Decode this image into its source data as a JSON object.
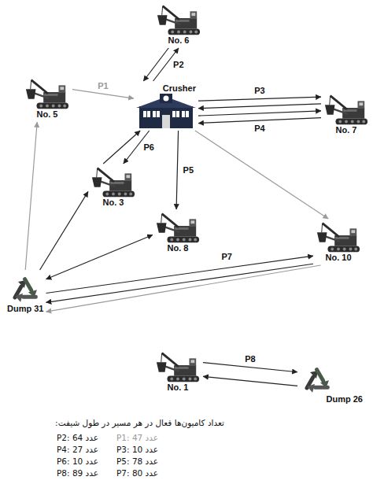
{
  "diagram": {
    "nodes": [
      {
        "text": [
          "No. 6"
        ]
      },
      {
        "text": [
          "Crusher"
        ]
      },
      {
        "text": [
          "No. 5"
        ]
      },
      {
        "text": [
          "No. 7"
        ]
      },
      {
        "text": [
          "No. 3"
        ]
      },
      {
        "text": [
          "No. 8"
        ]
      },
      {
        "text": [
          "No. 10"
        ]
      },
      {
        "text": [
          "Dump 31"
        ]
      },
      {
        "text": [
          "No. 1"
        ]
      },
      {
        "text": [
          "Dump 26"
        ]
      }
    ],
    "edges": [
      {
        "from": 0,
        "to": 1,
        "arrow": "to"
      },
      {
        "from": 1,
        "to": 0,
        "label": "P2",
        "arrow": "to"
      },
      {
        "from": 2,
        "to": 1,
        "label": "P1",
        "arrow": "to"
      },
      {
        "from": 1,
        "to": 3,
        "label": "P3",
        "arrow": "to"
      },
      {
        "from": 3,
        "to": 1,
        "arrow": "to"
      },
      {
        "from": 1,
        "to": 3,
        "label": "P4",
        "arrow": "to"
      },
      {
        "from": 3,
        "to": 1,
        "arrow": "to"
      },
      {
        "from": 4,
        "to": 1,
        "arrow": "to"
      },
      {
        "from": 1,
        "to": 4,
        "label": "P6",
        "arrow": "to"
      },
      {
        "from": 1,
        "to": 5,
        "label": "P5",
        "arrow": "to"
      },
      {
        "from": 1,
        "to": 6,
        "arrow": "to"
      },
      {
        "from": 7,
        "to": 2,
        "arrow": "to"
      },
      {
        "from": 7,
        "to": 4,
        "arrow": "to"
      },
      {
        "from": 5,
        "to": 7,
        "arrow": "both"
      },
      {
        "from": 7,
        "to": 6,
        "label": "P7",
        "arrow": "to"
      },
      {
        "from": 6,
        "to": 7,
        "arrow": "to"
      },
      {
        "from": 6,
        "to": 7,
        "arrow": "to"
      },
      {
        "from": 8,
        "to": 9,
        "label": "P8",
        "arrow": "to"
      },
      {
        "from": 9,
        "to": 8,
        "arrow": "to"
      }
    ],
    "labels": [
      "تعداد کامیون‌ها فعال در هر مسیر در طول شیفت:",
      "P1: 47 عدد",
      "P2: 64 عدد",
      "P3: 10 عدد",
      "P4: 27 عدد",
      "P5: 78 عدد",
      "P6: 10 عدد",
      "P7: 80 عدد",
      "P8: 89 عدد"
    ]
  }
}
